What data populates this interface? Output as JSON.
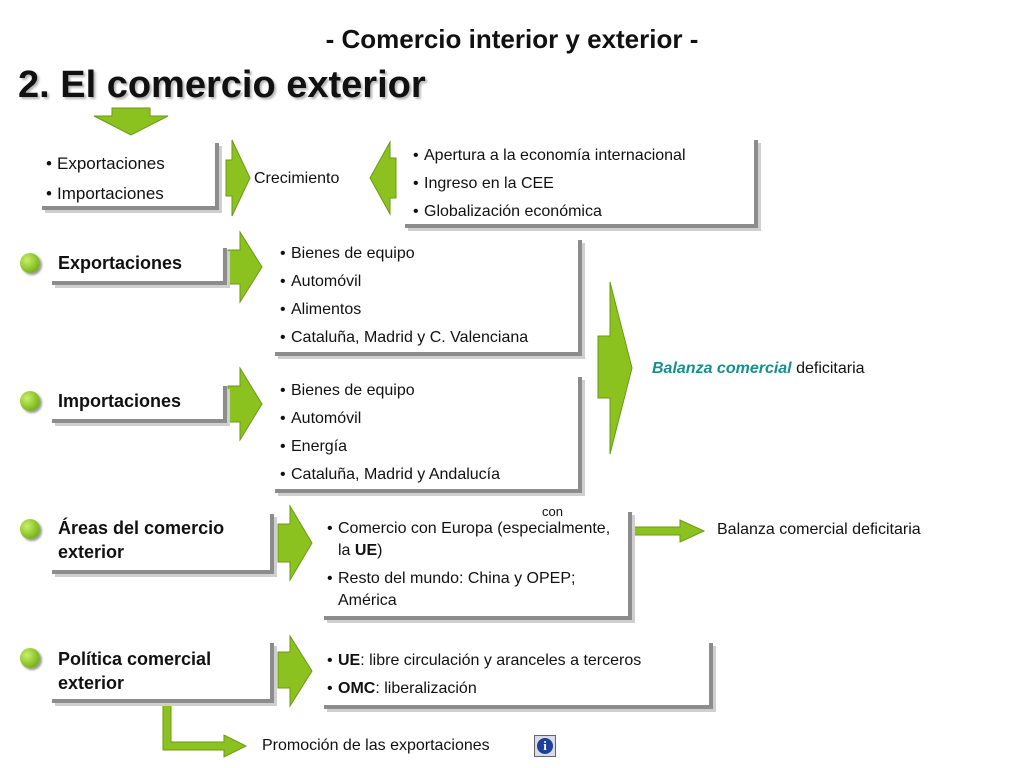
{
  "header": {
    "subtitle": "- Comercio interior y exterior -",
    "title": "2. El comercio exterior"
  },
  "top": {
    "items": [
      "Exportaciones",
      "Importaciones"
    ],
    "middle": "Crecimiento",
    "factors": [
      "Apertura a la economía internacional",
      "Ingreso en la CEE",
      "Globalización económica"
    ]
  },
  "exports": {
    "label": "Exportaciones",
    "items": [
      "Bienes de equipo",
      "Automóvil",
      "Alimentos",
      "Cataluña, Madrid y C. Valenciana"
    ]
  },
  "imports": {
    "label": "Importaciones",
    "items": [
      "Bienes de equipo",
      "Automóvil",
      "Energía",
      "Cataluña, Madrid y Andalucía"
    ]
  },
  "balance": {
    "term": "Balanza comercial",
    "rest": " deficitaria"
  },
  "areas": {
    "label": "Áreas del comercio exterior",
    "item1_pre": "Comercio con Europa (especialmente, la ",
    "item1_bold": "UE",
    "item1_post": ")",
    "item2": "Resto del mundo: China y OPEP; América",
    "con": "con",
    "result": "Balanza comercial deficitaria"
  },
  "policy": {
    "label": "Política comercial exterior",
    "item1_bold": "UE",
    "item1_rest": ": libre circulación y aranceles a terceros",
    "item2_bold": "OMC",
    "item2_rest": ": liberalización",
    "promo": "Promoción de las exportaciones",
    "info_glyph": "i"
  },
  "colors": {
    "accent_green": "#8cc21f",
    "teal": "#17908c",
    "shadow_gray": "#8c8c8c"
  },
  "icons": {
    "info": "info-icon",
    "arrow": "green-arrow-icon"
  }
}
